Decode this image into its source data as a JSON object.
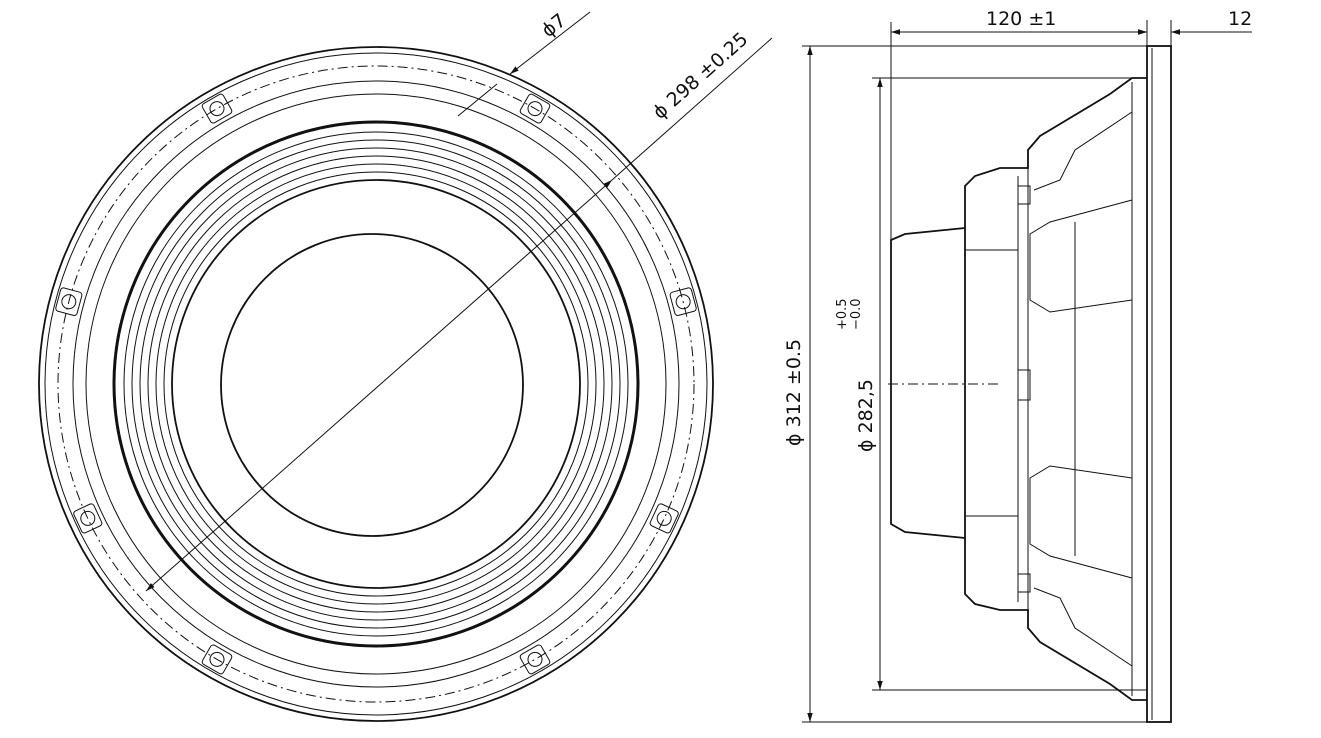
{
  "dimensions": {
    "hole_dia": {
      "symbol": "ϕ",
      "value": "7"
    },
    "bolt_circle": {
      "symbol": "ϕ",
      "value": "298",
      "tolerance": "±0.25"
    },
    "outer_dia": {
      "symbol": "ϕ",
      "value": "312",
      "tolerance": "±0.5"
    },
    "cutout_dia": {
      "symbol": "ϕ",
      "value": "282,5",
      "tol_upper": "+0.5",
      "tol_lower": "−0.0"
    },
    "depth": {
      "value": "120",
      "tolerance": "±1"
    },
    "flange": {
      "value": "12"
    }
  }
}
